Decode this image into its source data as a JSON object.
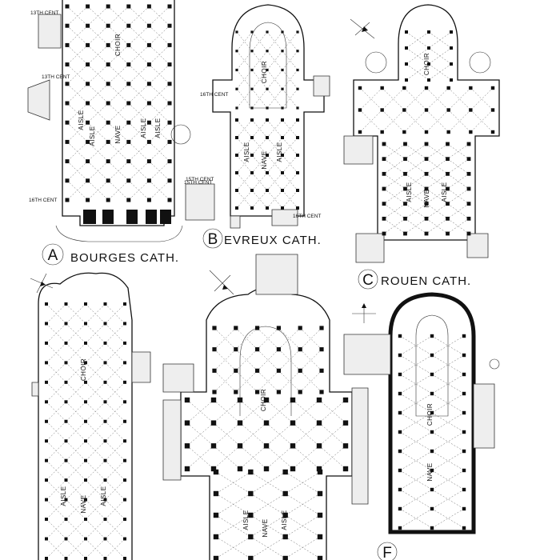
{
  "plates": [
    {
      "letter": "A",
      "caption": "BOURGES CATH.",
      "rooms": {
        "choir": "CHOIR",
        "nave": "NAVE",
        "aisle": "AISLE"
      },
      "century_notes": [
        "13TH CENT",
        "15TH CENT",
        "16TH CENT"
      ]
    },
    {
      "letter": "B",
      "caption": "EVREUX CATH.",
      "rooms": {
        "choir": "CHOIR",
        "nave": "NAVE",
        "aisle": "AISLE"
      },
      "century_notes": [
        "16TH CENT",
        "15TH CENT",
        "16TH CENT"
      ]
    },
    {
      "letter": "C",
      "caption": "ROUEN CATH.",
      "rooms": {
        "choir": "CHOIR",
        "nave": "NAVE",
        "aisle": "AISLE"
      }
    },
    {
      "rooms": {
        "choir": "CHOIR",
        "nave": "NAVE",
        "aisle": "AISLE"
      }
    },
    {
      "rooms": {
        "choir": "CHOIR",
        "nave": "NAVE",
        "aisle": "AISLE"
      }
    },
    {
      "letter": "F",
      "rooms": {
        "choir": "CHOIR",
        "nave": "NAVE"
      }
    }
  ]
}
